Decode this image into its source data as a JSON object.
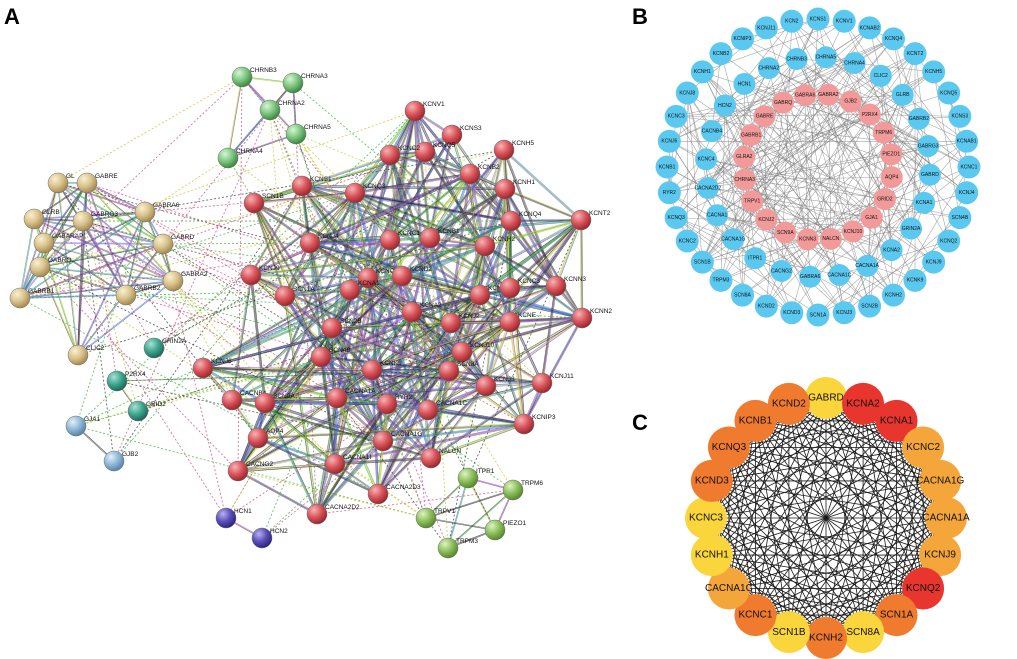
{
  "panels": {
    "a_label": "A",
    "b_label": "B",
    "c_label": "C"
  },
  "colors": {
    "a_red": "#d9535a",
    "a_tan": "#d9c28c",
    "a_green": "#7cc67f",
    "a_teal": "#3ea58f",
    "a_blue": "#8fb8d8",
    "a_olive": "#8cbf5a",
    "a_purple": "#5a4fb8",
    "b_blue": "#5bc8f0",
    "b_pink": "#f29a9a",
    "c_red": "#e8352e",
    "c_orange": "#f07a2e",
    "c_amber": "#f5a63a",
    "c_yellow": "#fad53c"
  },
  "panel_a_nodes": [
    {
      "id": "CHRNB3",
      "group": "green"
    },
    {
      "id": "CHRNA3",
      "group": "green"
    },
    {
      "id": "CHRNA2",
      "group": "green"
    },
    {
      "id": "CHRNA5",
      "group": "green"
    },
    {
      "id": "CHRNA4",
      "group": "green"
    },
    {
      "id": "GABRE",
      "group": "tan"
    },
    {
      "id": "GL",
      "group": "tan"
    },
    {
      "id": "GABRA6",
      "group": "tan"
    },
    {
      "id": "GLRB",
      "group": "tan"
    },
    {
      "id": "GABRG3",
      "group": "tan"
    },
    {
      "id": "GABARAP",
      "group": "tan"
    },
    {
      "id": "GABRD",
      "group": "tan"
    },
    {
      "id": "GABRQ",
      "group": "tan"
    },
    {
      "id": "GABRA2",
      "group": "tan"
    },
    {
      "id": "GABRB2",
      "group": "tan"
    },
    {
      "id": "GABRB1",
      "group": "tan"
    },
    {
      "id": "CLIC2",
      "group": "tan"
    },
    {
      "id": "GRIN2A",
      "group": "teal"
    },
    {
      "id": "P2RX4",
      "group": "teal"
    },
    {
      "id": "GRID2",
      "group": "teal"
    },
    {
      "id": "GJA1",
      "group": "blue"
    },
    {
      "id": "GJB2",
      "group": "blue"
    },
    {
      "id": "HCN1",
      "group": "purple"
    },
    {
      "id": "HCN2",
      "group": "purple"
    },
    {
      "id": "ITPR1",
      "group": "olive"
    },
    {
      "id": "TRPM6",
      "group": "olive"
    },
    {
      "id": "TRPV1",
      "group": "olive"
    },
    {
      "id": "PIEZO1",
      "group": "olive"
    },
    {
      "id": "TRPM3",
      "group": "olive"
    },
    {
      "id": "KCNV1",
      "group": "red"
    },
    {
      "id": "KCNS3",
      "group": "red"
    },
    {
      "id": "KCNH5",
      "group": "red"
    },
    {
      "id": "KCNQ5",
      "group": "red"
    },
    {
      "id": "KCNC2",
      "group": "red"
    },
    {
      "id": "KCNS1",
      "group": "red"
    },
    {
      "id": "KCNQ3",
      "group": "red"
    },
    {
      "id": "KCNB2",
      "group": "red"
    },
    {
      "id": "KCNH1",
      "group": "red"
    },
    {
      "id": "KCNQ4",
      "group": "red"
    },
    {
      "id": "KCNT2",
      "group": "red"
    },
    {
      "id": "SCN1B",
      "group": "red"
    },
    {
      "id": "KCNJ4",
      "group": "red"
    },
    {
      "id": "KCNC1",
      "group": "red"
    },
    {
      "id": "KCNB1",
      "group": "red"
    },
    {
      "id": "KCNH2",
      "group": "red"
    },
    {
      "id": "KCNJ9",
      "group": "red"
    },
    {
      "id": "KCNQ2",
      "group": "red"
    },
    {
      "id": "SCN1A",
      "group": "red"
    },
    {
      "id": "KCNA1",
      "group": "red"
    },
    {
      "id": "KCND2",
      "group": "red"
    },
    {
      "id": "KCND3",
      "group": "red"
    },
    {
      "id": "KCNC3",
      "group": "red"
    },
    {
      "id": "KCNN3",
      "group": "red"
    },
    {
      "id": "KCNN2",
      "group": "red"
    },
    {
      "id": "SCN2B",
      "group": "red"
    },
    {
      "id": "KCNA2",
      "group": "red"
    },
    {
      "id": "KCNJ2",
      "group": "red"
    },
    {
      "id": "KCNJ6",
      "group": "red"
    },
    {
      "id": "KCNJ10",
      "group": "red"
    },
    {
      "id": "SCN4B",
      "group": "red"
    },
    {
      "id": "KCNK9",
      "group": "red"
    },
    {
      "id": "SCN8A",
      "group": "red"
    },
    {
      "id": "KCNJ3",
      "group": "red"
    },
    {
      "id": "KCNJ11",
      "group": "red"
    },
    {
      "id": "KCNE",
      "group": "red"
    },
    {
      "id": "KCNIP3",
      "group": "red"
    },
    {
      "id": "CACNB4",
      "group": "red"
    },
    {
      "id": "SCN9A",
      "group": "red"
    },
    {
      "id": "CACNA1A",
      "group": "red"
    },
    {
      "id": "RYR2",
      "group": "red"
    },
    {
      "id": "CACNA1C",
      "group": "red"
    },
    {
      "id": "AQP4",
      "group": "red"
    },
    {
      "id": "CACNG2",
      "group": "red"
    },
    {
      "id": "CACNA1G",
      "group": "red"
    },
    {
      "id": "CACNA1I",
      "group": "red"
    },
    {
      "id": "NALCN",
      "group": "red"
    },
    {
      "id": "CACNA2D3",
      "group": "red"
    },
    {
      "id": "CACNA2D2",
      "group": "red"
    }
  ],
  "panel_b_outer": [
    "KCNS1",
    "KCNV1",
    "KCNAB2",
    "KCNQ4",
    "KCNT2",
    "KCNH5",
    "KCNQ5",
    "KCNS3",
    "KCNAB1",
    "KCNC1",
    "KCNJ4",
    "SCN4B",
    "KCNQ2",
    "KCNJ9",
    "KCNK9",
    "KCNH2",
    "SCN2B",
    "KCNJ3",
    "SCN1A",
    "KCND3",
    "KCND2",
    "SCN8A",
    "TRPM3",
    "SCN1B",
    "KCNC2",
    "KCNQ3",
    "RYR2",
    "KCNB1",
    "KCNJ6",
    "KCNC3",
    "KCNJ8",
    "KCNH1",
    "KCNB2",
    "KCNIP3",
    "KCNJ11",
    "KCN2"
  ],
  "panel_b_middle": [
    "CHRNA5",
    "CHRNA4",
    "CLIC2",
    "GLRB",
    "GABRB2",
    "GABRG3",
    "GABRD",
    "KCNA1",
    "GRIN2A",
    "KCNA2",
    "CACNA1A",
    "CACNA1C",
    "GABRA6",
    "CACNG2",
    "ITPR1",
    "CACNA1G",
    "CACNA1",
    "CACNA2D2",
    "KCNC4",
    "CACNB4",
    "HCN2",
    "HCN1",
    "CHRNA2",
    "CHRNB3"
  ],
  "panel_b_inner": [
    "GABRA2",
    "GJB2",
    "P2RX4",
    "TRPM6",
    "PIEZO1",
    "AQP4",
    "GRID2",
    "GJA1",
    "KCNJ10",
    "NALCN",
    "KCNN3",
    "SCN9A",
    "KCNJ2",
    "TRPV1",
    "CHRNA3",
    "GLRA2",
    "GABRB1",
    "GABRE",
    "GABRQ",
    "GABRA6"
  ],
  "panel_c_nodes": [
    {
      "id": "GABRD",
      "tier": "yellow"
    },
    {
      "id": "KCNA2",
      "tier": "red"
    },
    {
      "id": "KCNA1",
      "tier": "red"
    },
    {
      "id": "KCNC2",
      "tier": "amber"
    },
    {
      "id": "CACNA1G",
      "tier": "amber"
    },
    {
      "id": "CACNA1A",
      "tier": "amber"
    },
    {
      "id": "KCNJ9",
      "tier": "amber"
    },
    {
      "id": "KCNQ2",
      "tier": "red"
    },
    {
      "id": "SCN1A",
      "tier": "orange"
    },
    {
      "id": "SCN8A",
      "tier": "yellow"
    },
    {
      "id": "KCNH2",
      "tier": "orange"
    },
    {
      "id": "SCN1B",
      "tier": "yellow"
    },
    {
      "id": "KCNC1",
      "tier": "orange"
    },
    {
      "id": "CACNA1C",
      "tier": "amber"
    },
    {
      "id": "KCNH1",
      "tier": "yellow"
    },
    {
      "id": "KCNC3",
      "tier": "yellow"
    },
    {
      "id": "KCND3",
      "tier": "orange"
    },
    {
      "id": "KCNQ3",
      "tier": "orange"
    },
    {
      "id": "KCNB1",
      "tier": "orange"
    },
    {
      "id": "KCND2",
      "tier": "orange"
    }
  ]
}
